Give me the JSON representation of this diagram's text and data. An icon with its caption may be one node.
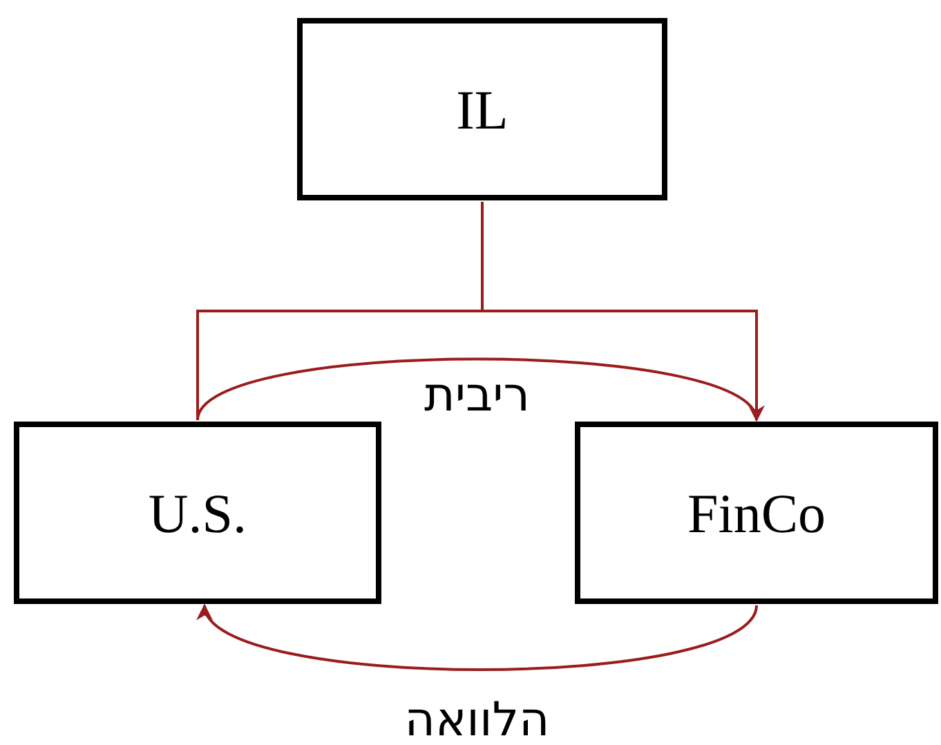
{
  "diagram": {
    "nodes": [
      {
        "text": [
          "IL"
        ]
      },
      {
        "text": [
          "U.S."
        ]
      },
      {
        "text": [
          "FinCo"
        ]
      }
    ],
    "edges": [
      {
        "from": 0,
        "to": 1,
        "arrow": "none"
      },
      {
        "from": 0,
        "to": 2,
        "arrow": "none"
      },
      {
        "from": 1,
        "to": 2,
        "arrow": "to",
        "label": "ריבית"
      },
      {
        "from": 2,
        "to": 1,
        "arrow": "to",
        "label": "הלוואה"
      }
    ]
  }
}
